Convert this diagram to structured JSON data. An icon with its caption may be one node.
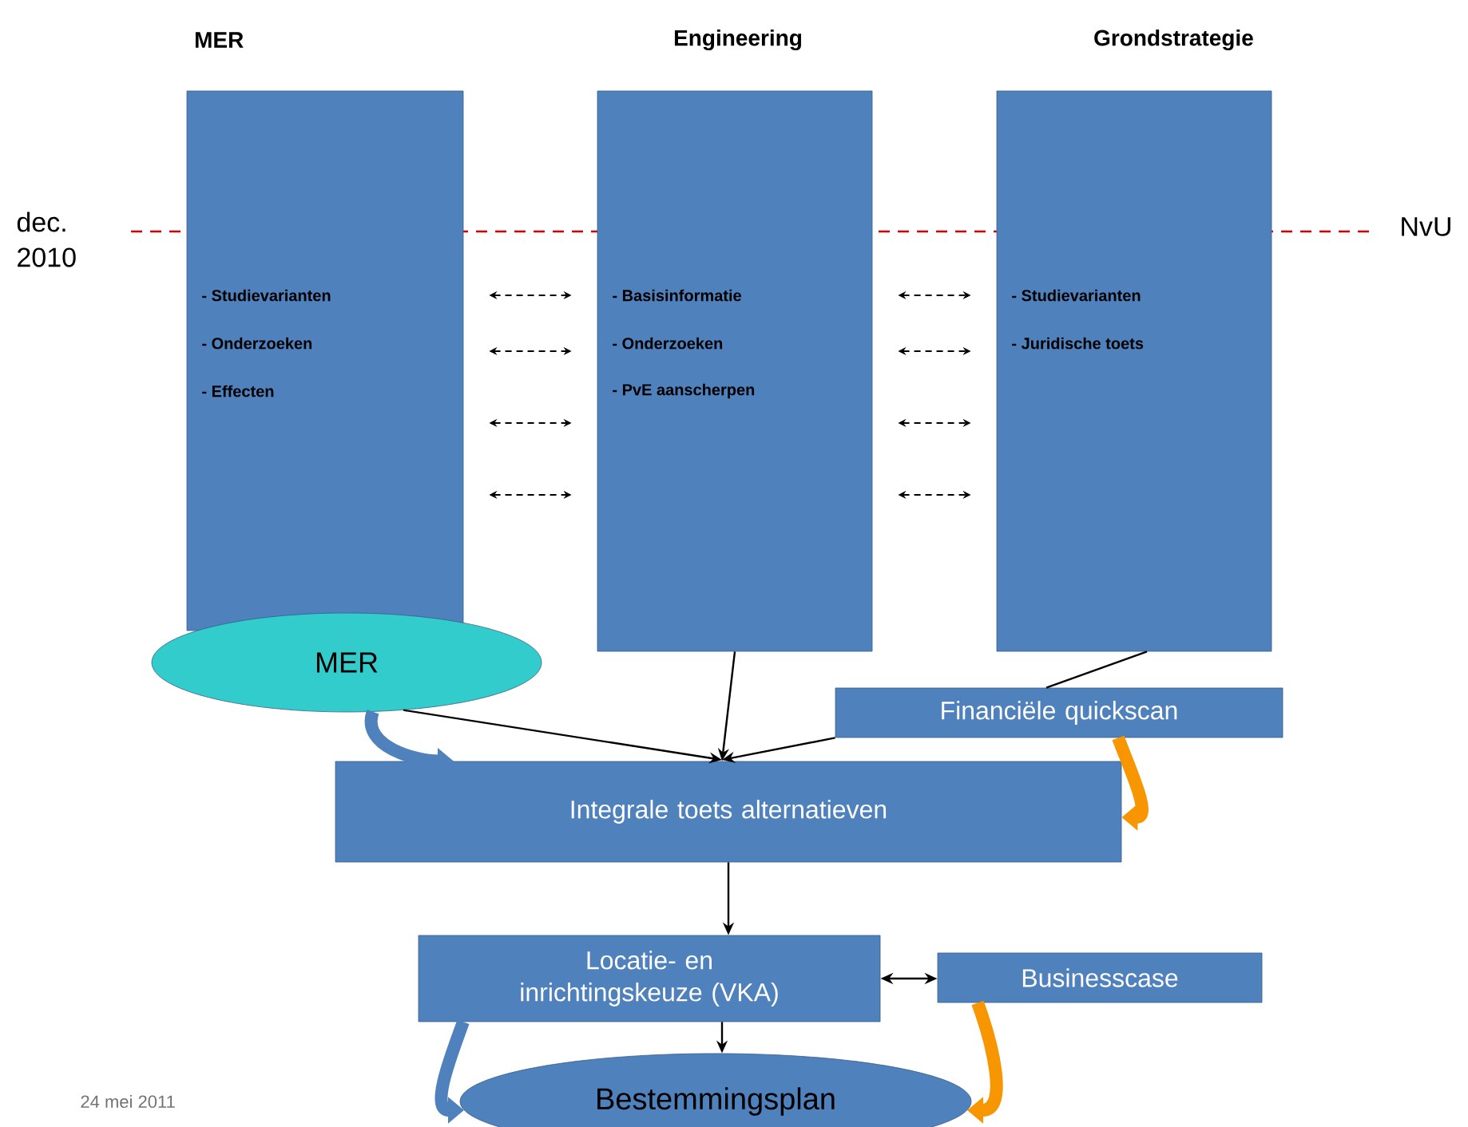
{
  "diagram": {
    "nodes": [
      {
        "text": [
          "MER",
          "- Studievarianten",
          "- Onderzoeken",
          "- Effecten"
        ]
      },
      {
        "text": [
          "Engineering",
          "- Basisinformatie",
          "- Onderzoeken",
          "- PvE aanscherpen"
        ]
      },
      {
        "text": [
          "Grondstrategie",
          "- Studievarianten",
          "- Juridische toets"
        ]
      },
      {
        "text": [
          "MER"
        ]
      },
      {
        "text": [
          "Financiële quickscan"
        ]
      },
      {
        "text": [
          "Integrale toets alternatieven"
        ]
      },
      {
        "text": [
          "Locatie- en inrichtingskeuze (VKA)"
        ]
      },
      {
        "text": [
          "Businesscase"
        ]
      },
      {
        "text": [
          "Bestemmingsplan"
        ]
      }
    ],
    "edges": [
      {
        "from": 0,
        "to": 1,
        "arrow": "both",
        "style": "dashed"
      },
      {
        "from": 0,
        "to": 1,
        "arrow": "both",
        "style": "dashed"
      },
      {
        "from": 0,
        "to": 1,
        "arrow": "both",
        "style": "dashed"
      },
      {
        "from": 0,
        "to": 1,
        "arrow": "both",
        "style": "dashed"
      },
      {
        "from": 1,
        "to": 2,
        "arrow": "both",
        "style": "dashed"
      },
      {
        "from": 1,
        "to": 2,
        "arrow": "both",
        "style": "dashed"
      },
      {
        "from": 1,
        "to": 2,
        "arrow": "both",
        "style": "dashed"
      },
      {
        "from": 1,
        "to": 2,
        "arrow": "both",
        "style": "dashed"
      },
      {
        "from": 3,
        "to": 5,
        "arrow": "to"
      },
      {
        "from": 1,
        "to": 5,
        "arrow": "to"
      },
      {
        "from": 2,
        "to": 4,
        "arrow": "none"
      },
      {
        "from": 4,
        "to": 5,
        "arrow": "to"
      },
      {
        "from": 5,
        "to": 6,
        "arrow": "to"
      },
      {
        "from": 6,
        "to": 7,
        "arrow": "both"
      },
      {
        "from": 6,
        "to": 8,
        "arrow": "to"
      },
      {
        "from": 3,
        "to": 5,
        "arrow": "to",
        "style": "thick",
        "color": "#4f81bd"
      },
      {
        "from": 4,
        "to": 5,
        "arrow": "to",
        "style": "thick",
        "color": "#f79600"
      },
      {
        "from": 6,
        "to": 8,
        "arrow": "to",
        "style": "thick",
        "color": "#4f81bd"
      },
      {
        "from": 7,
        "to": 8,
        "arrow": "to",
        "style": "thick",
        "color": "#f79600"
      }
    ],
    "labels": [
      "dec. 2010",
      "NvU",
      "24 mei 2011"
    ]
  }
}
